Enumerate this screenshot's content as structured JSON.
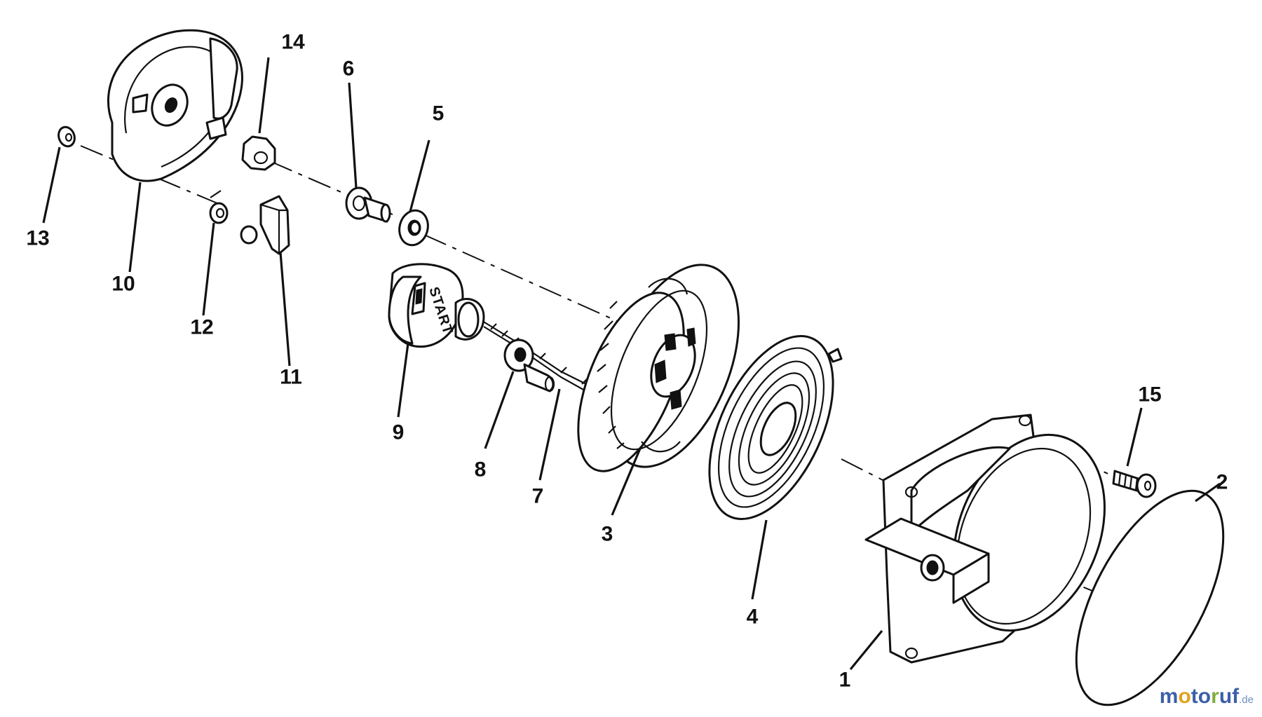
{
  "diagram": {
    "callouts": [
      {
        "id": "c1",
        "text": "1"
      },
      {
        "id": "c2",
        "text": "2"
      },
      {
        "id": "c3",
        "text": "3"
      },
      {
        "id": "c4",
        "text": "4"
      },
      {
        "id": "c5",
        "text": "5"
      },
      {
        "id": "c6",
        "text": "6"
      },
      {
        "id": "c7",
        "text": "7"
      },
      {
        "id": "c8",
        "text": "8"
      },
      {
        "id": "c9",
        "text": "9"
      },
      {
        "id": "c10",
        "text": "10"
      },
      {
        "id": "c11",
        "text": "11"
      },
      {
        "id": "c12",
        "text": "12"
      },
      {
        "id": "c13",
        "text": "13"
      },
      {
        "id": "c14",
        "text": "14"
      },
      {
        "id": "c15",
        "text": "15"
      }
    ],
    "handle_text": "START"
  },
  "watermark": {
    "brand": "motoruf",
    "tld": ".de",
    "colors": [
      "#3d5fa8",
      "#e2a21f",
      "#3d5fa8",
      "#3d5fa8",
      "#7fae3a",
      "#3d5fa8",
      "#3d5fa8"
    ]
  }
}
